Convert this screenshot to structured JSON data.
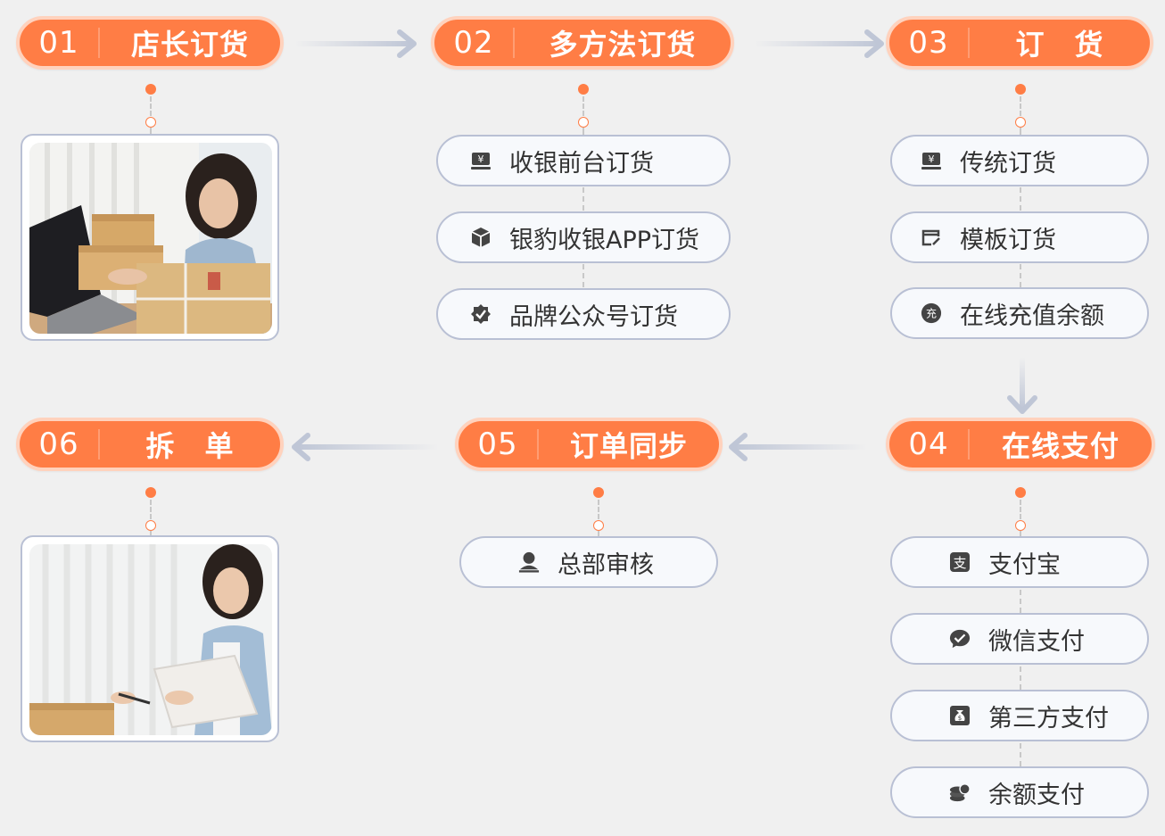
{
  "steps": [
    {
      "num": "01",
      "title": "店长订货"
    },
    {
      "num": "02",
      "title": "多方法订货"
    },
    {
      "num": "03",
      "title": "订　货"
    },
    {
      "num": "04",
      "title": "在线支付"
    },
    {
      "num": "05",
      "title": "订单同步"
    },
    {
      "num": "06",
      "title": "拆　单"
    }
  ],
  "ordering_methods": [
    {
      "label": "收银前台订货",
      "icon": "cashier-icon"
    },
    {
      "label": "银豹收银APP订货",
      "icon": "cube-icon"
    },
    {
      "label": "品牌公众号订货",
      "icon": "verified-badge-icon"
    }
  ],
  "ordering_types": [
    {
      "label": "传统订货",
      "icon": "cashier-icon"
    },
    {
      "label": "模板订货",
      "icon": "template-icon"
    },
    {
      "label": "在线充值余额",
      "icon": "recharge-icon"
    }
  ],
  "payment_methods": [
    {
      "label": "支付宝",
      "icon": "alipay-icon"
    },
    {
      "label": "微信支付",
      "icon": "wechat-icon"
    },
    {
      "label": "第三方支付",
      "icon": "money-bag-icon"
    },
    {
      "label": "余额支付",
      "icon": "coins-icon"
    }
  ],
  "sync_items": [
    {
      "label": "总部审核",
      "icon": "user-icon"
    }
  ],
  "colors": {
    "accent": "#ff7d45",
    "arrow": "#bfc6d6",
    "pill_border": "#b9c0d4"
  }
}
